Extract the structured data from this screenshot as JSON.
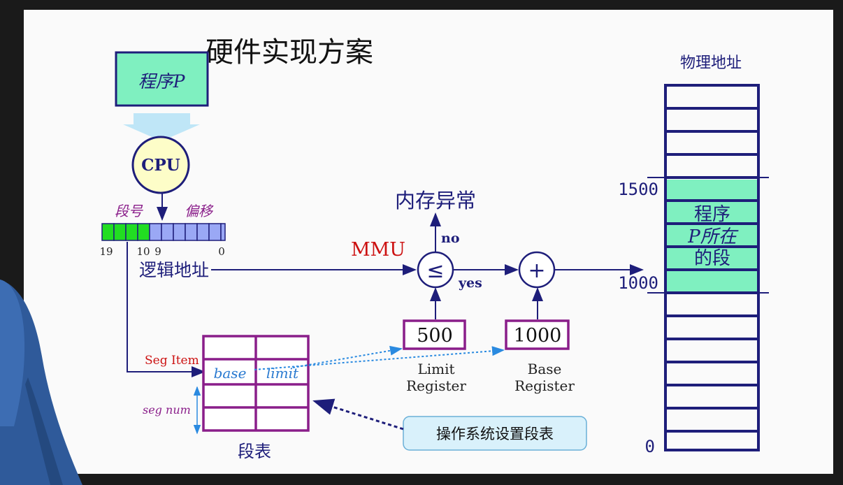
{
  "title": "硬件实现方案",
  "program_box": "程序P",
  "cpu": "CPU",
  "logical_address": {
    "segment_label": "段号",
    "offset_label": "偏移",
    "bit_19": "19",
    "bit_10": "10",
    "bit_9": "9",
    "bit_0": "0",
    "caption": "逻辑地址"
  },
  "mmu": {
    "label": "MMU",
    "exception": "内存异常",
    "no": "no",
    "yes": "yes",
    "compare_symbol": "≤",
    "add_symbol": "+"
  },
  "limit_register": {
    "value": "500",
    "caption_line1": "Limit",
    "caption_line2": "Register"
  },
  "base_register": {
    "value": "1000",
    "caption_line1": "Base",
    "caption_line2": "Register"
  },
  "segment_table": {
    "seg_item": "Seg Item",
    "base": "base",
    "limit": "limit",
    "seg_num": "seg num",
    "caption": "段表"
  },
  "os_note": "操作系统设置段表",
  "physical_memory": {
    "title": "物理地址",
    "addr_1500": "1500",
    "addr_1000": "1000",
    "addr_0": "0",
    "segment_line1": "程序",
    "segment_line2": "P所在",
    "segment_line3": "的段"
  },
  "colors": {
    "navy": "#1e1e7a",
    "purple": "#8a1e8a",
    "mint": "#7ff0c0",
    "green_bits": "#22dd22",
    "blue_bits": "#9aa8f5",
    "red": "#cc1111",
    "cpu_fill": "#fdfdc8",
    "light_blue": "#bfe6f7"
  }
}
